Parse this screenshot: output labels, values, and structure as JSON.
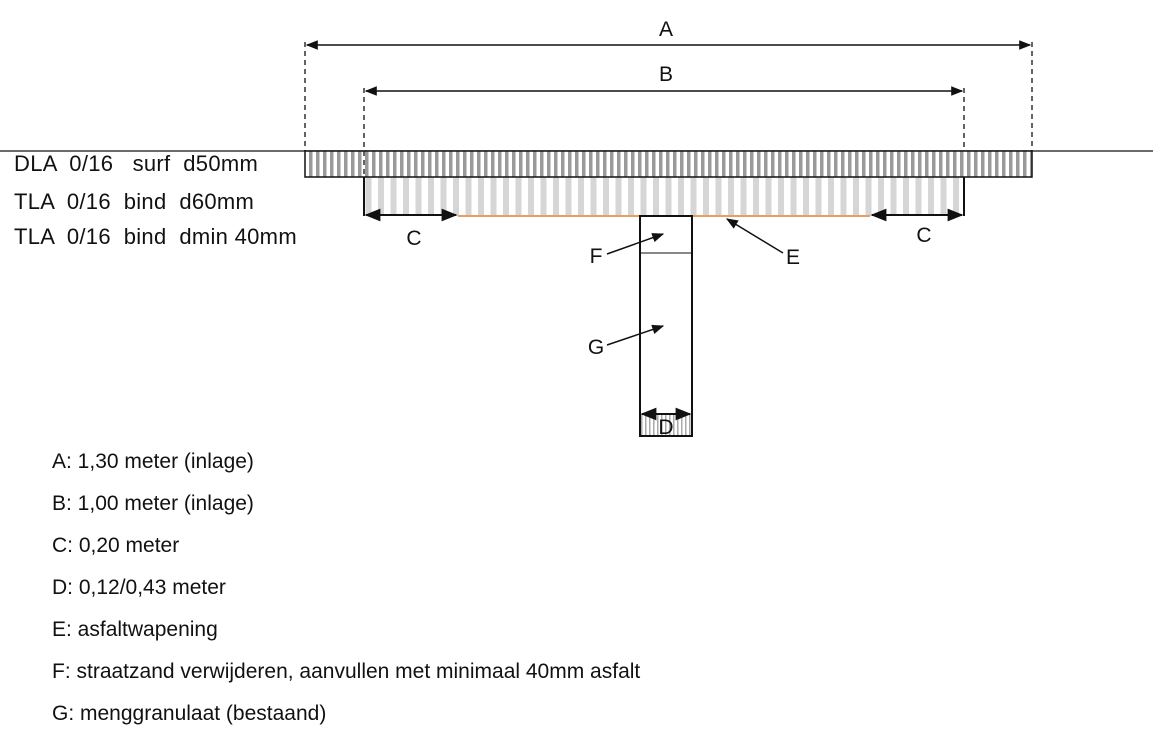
{
  "dimensions": {
    "A": "A",
    "B": "B",
    "C": "C",
    "D": "D"
  },
  "callouts": {
    "E": "E",
    "F": "F",
    "G": "G"
  },
  "layers": [
    "DLA  0/16   surf  d50mm",
    "TLA  0/16  bind  d60mm",
    "TLA  0/16  bind  dmin 40mm"
  ],
  "legend": [
    "A: 1,30 meter (inlage)",
    "B: 1,00 meter (inlage)",
    "C: 0,20 meter",
    "D: 0,12/0,43 meter",
    "E: asfaltwapening",
    "F: straatzand verwijderen, aanvullen met minimaal 40mm asfalt",
    "G: menggranulaat (bestaand)"
  ],
  "colors": {
    "surface_hatch": "#9a9a9a",
    "binder_hatch": "#d6d6d6",
    "reinforcement": "#e8a060"
  }
}
